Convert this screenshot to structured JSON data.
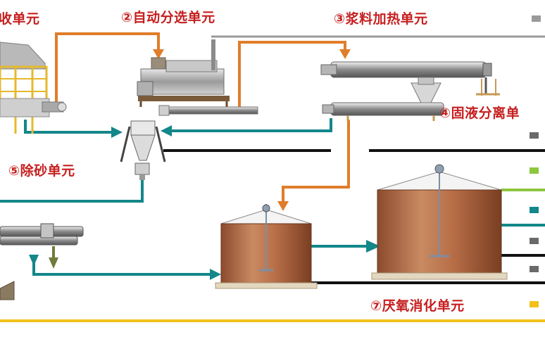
{
  "units": {
    "receiving": "收单元",
    "sorting": "②自动分选单元",
    "heating": "③浆料加热单元",
    "separation": "④固液分离单",
    "desanding": "⑤除砂单元",
    "digestion": "⑦厌氧消化单元"
  },
  "colors": {
    "slurry_line": "#e07d2a",
    "return_line": "#13878a",
    "black_line": "#111111",
    "gray_line": "#9a9a9a",
    "yellow_line": "#f2c21b",
    "green_line": "#8dc63f",
    "tank_body": "#b56a45",
    "title_red": "#c61f1f"
  },
  "legend_swatches": [
    "gray",
    "gray",
    "green",
    "teal",
    "gray",
    "gray",
    "yellow"
  ]
}
